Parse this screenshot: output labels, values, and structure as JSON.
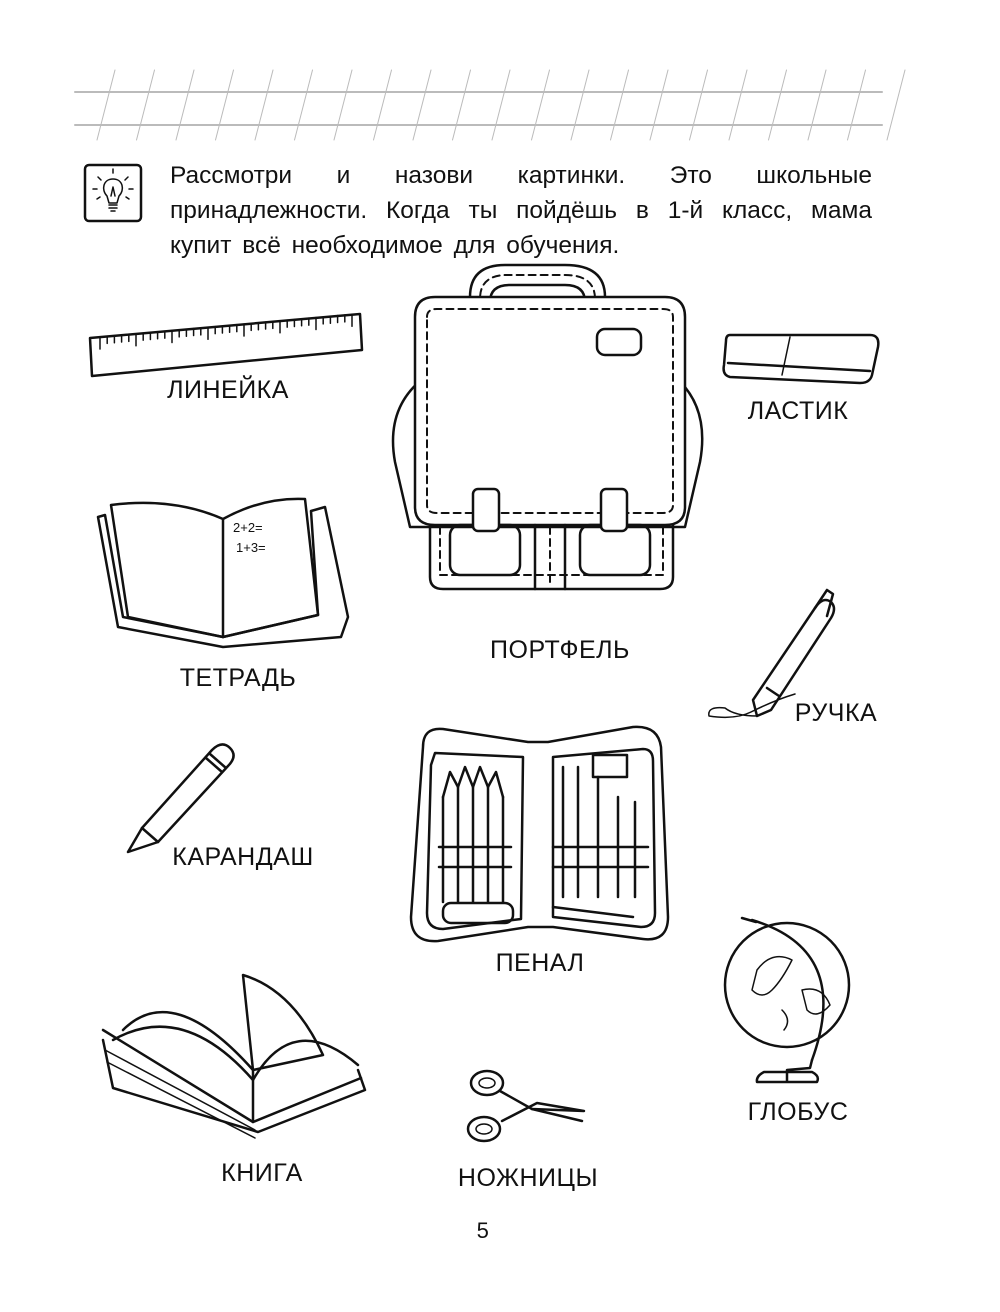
{
  "instruction": {
    "icon": "lightbulb-icon",
    "text": "Рассмотри и назови картинки. Это школьные принадлежности. Когда ты пойдёшь в 1-й класс, мама купит всё необходимое для обучения."
  },
  "items": {
    "ruler": "ЛИНЕЙКА",
    "eraser": "ЛАСТИК",
    "backpack": "ПОРТФЕЛЬ",
    "notebook": "ТЕТРАДЬ",
    "pen": "РУЧКА",
    "pencil": "КАРАНДАШ",
    "pencil_case": "ПЕНАЛ",
    "globe": "ГЛОБУС",
    "book": "КНИГА",
    "scissors": "НОЖНИЦЫ"
  },
  "notebook_content": {
    "line1": "2+2=",
    "line2": "1+3="
  },
  "page_number": "5"
}
